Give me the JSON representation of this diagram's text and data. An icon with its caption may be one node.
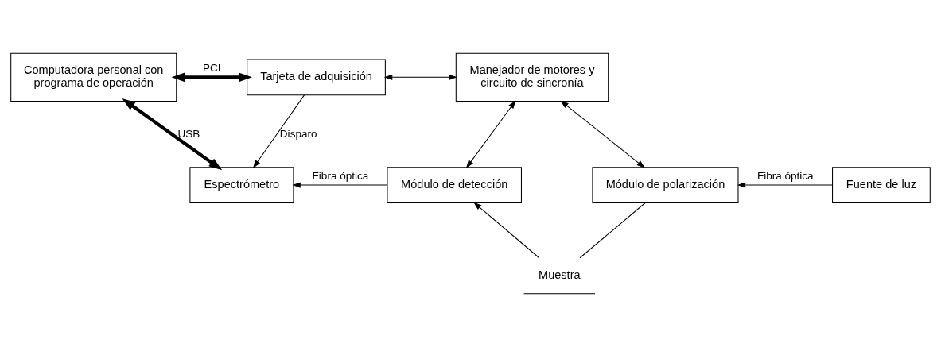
{
  "diagram": {
    "nodes": [
      {
        "text": [
          "Computadora personal con programa de operación"
        ]
      },
      {
        "text": [
          "Tarjeta de adquisición"
        ]
      },
      {
        "text": [
          "Manejador de motores y circuito de sincronía"
        ]
      },
      {
        "text": [
          "Espectrómetro"
        ]
      },
      {
        "text": [
          "Módulo de detección"
        ]
      },
      {
        "text": [
          "Módulo de polarización"
        ]
      },
      {
        "text": [
          "Fuente de luz"
        ]
      },
      {
        "text": [
          "Muestra"
        ]
      }
    ],
    "edges": [
      {
        "from": 0,
        "to": 1,
        "arrow": "both",
        "label": "PCI",
        "style": "thick"
      },
      {
        "from": 1,
        "to": 2,
        "arrow": "both"
      },
      {
        "from": 1,
        "to": 3,
        "arrow": "to",
        "label": "Disparo"
      },
      {
        "from": 0,
        "to": 3,
        "arrow": "both",
        "label": "USB",
        "style": "thick"
      },
      {
        "from": 2,
        "to": 4,
        "arrow": "both"
      },
      {
        "from": 2,
        "to": 5,
        "arrow": "both"
      },
      {
        "from": 4,
        "to": 3,
        "arrow": "to",
        "label": "Fibra óptica"
      },
      {
        "from": 6,
        "to": 5,
        "arrow": "to",
        "label": "Fibra óptica"
      },
      {
        "from": 5,
        "to": 7,
        "arrow": "none"
      },
      {
        "from": 7,
        "to": 4,
        "arrow": "to"
      }
    ]
  }
}
